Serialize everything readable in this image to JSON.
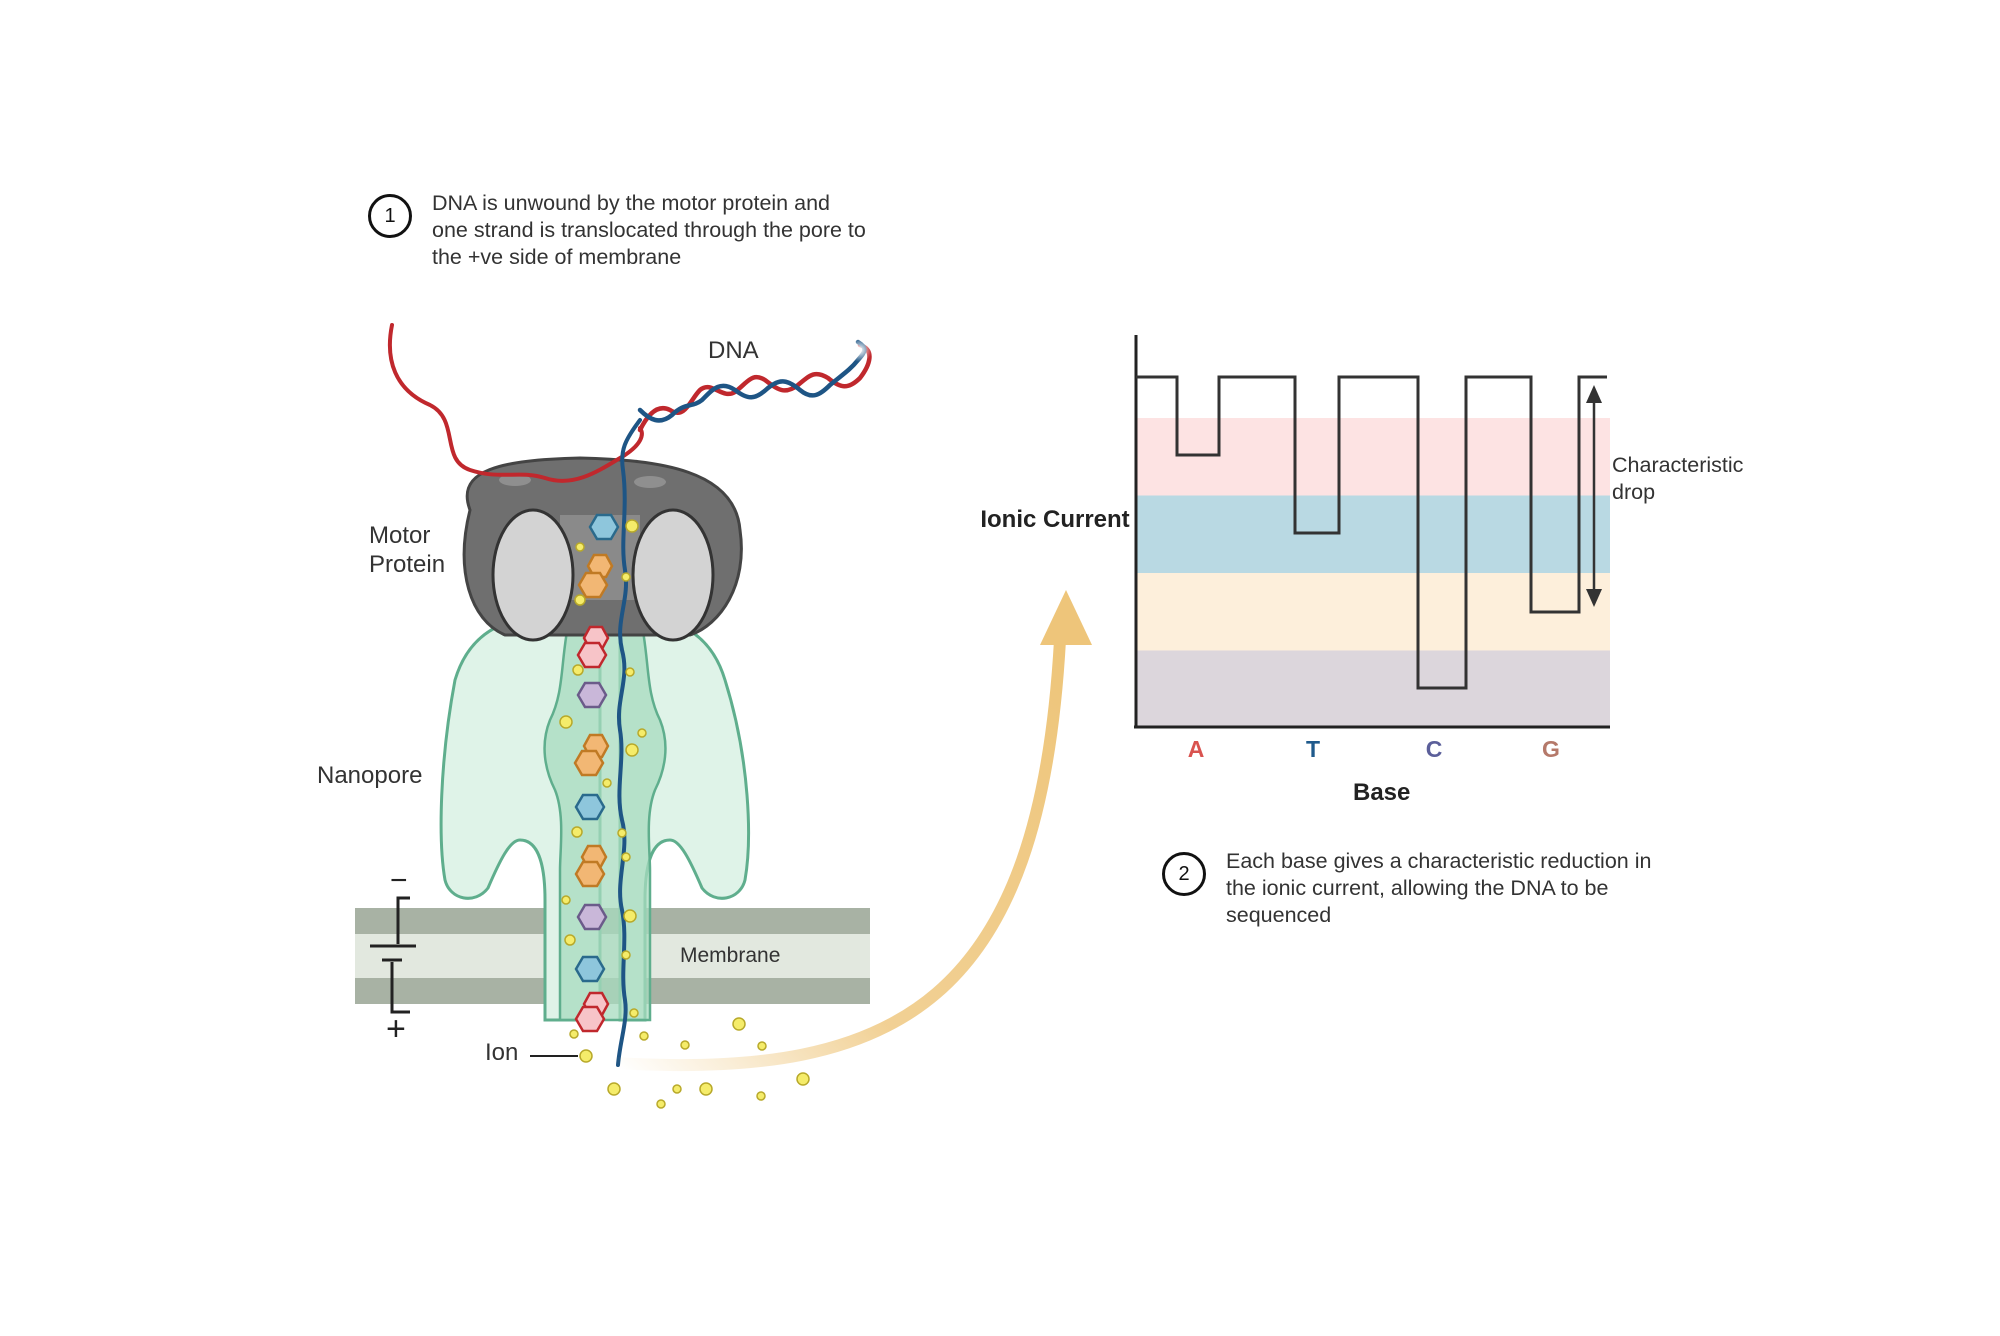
{
  "step1": {
    "number": "1",
    "text": "DNA is unwound by the motor protein and one strand is translocated through the pore to the +ve side of membrane"
  },
  "step2": {
    "number": "2",
    "text": "Each base gives a characteristic reduction in the ionic current, allowing the DNA to be sequenced"
  },
  "labels": {
    "motor_protein": "Motor Protein",
    "nanopore": "Nanopore",
    "ion": "Ion",
    "dna": "DNA",
    "membrane": "Membrane",
    "battery_minus": "−",
    "battery_plus": "+"
  },
  "current_plot": {
    "ylabel": "Ionic Current",
    "xlabel": "Base",
    "annotation": "Characteristic drop",
    "bases": [
      {
        "label": "A",
        "color": "#d9534f",
        "band_color": "#fde3e3",
        "level": 2
      },
      {
        "label": "T",
        "color": "#1f5a8c",
        "band_color": "#b9d9e3",
        "level": 3
      },
      {
        "label": "C",
        "color": "#5b5f9a",
        "band_color": "#dcd6dc",
        "level": 5
      },
      {
        "label": "G",
        "color": "#b5796a",
        "band_color": "#fdefdb",
        "level": 4
      }
    ],
    "colors": {
      "line": "#333333",
      "arrow": "#eec57a"
    }
  },
  "colors": {
    "dna_red": "#c0282d",
    "dna_blue": "#1e5585",
    "motor_dark": "#6f6f6f",
    "motor_light": "#d3d3d3",
    "pore_fill": "#dff3e8",
    "pore_stroke": "#5fae8d",
    "membrane_dark": "#a8b2a4",
    "membrane_light": "#e2e8df",
    "ion": "#f5ec6a"
  }
}
